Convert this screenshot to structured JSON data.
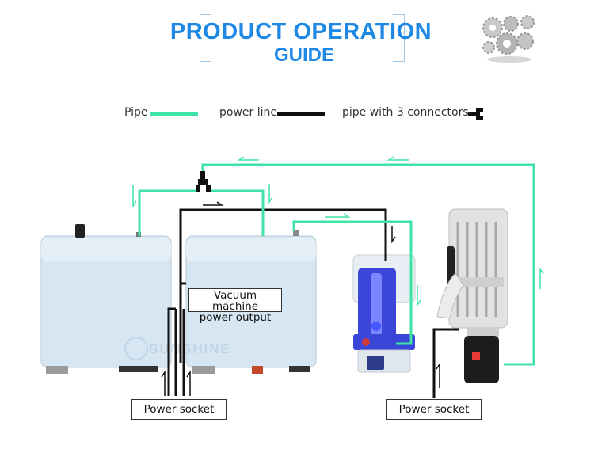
{
  "title": {
    "line1": "PRODUCT OPERATION",
    "line2": "GUIDE"
  },
  "legend": {
    "pipe": "Pipe",
    "power_line": "power line",
    "pipe_3": "pipe with 3 connectors"
  },
  "labels": {
    "vacuum_output_1": "Vacuum machine",
    "vacuum_output_2": "power output",
    "power_socket_left": "Power socket",
    "power_socket_right": "Power socket"
  },
  "icons": {
    "gears": "gears-icon",
    "connector": "three-way-connector-icon"
  },
  "watermark": "SUNSHINE",
  "colors": {
    "title": "#1e88e5",
    "pipe": "#3fe3a6",
    "power_line": "#111111",
    "machine": "#d6e6f2"
  }
}
